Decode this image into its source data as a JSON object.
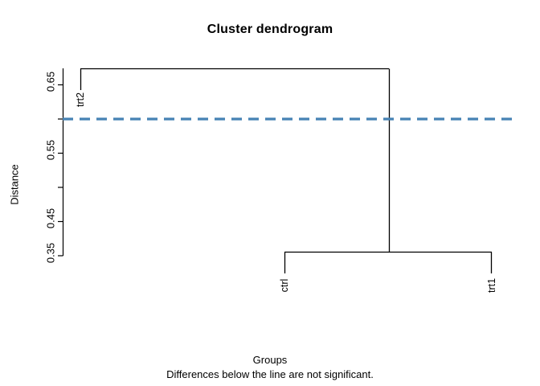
{
  "plot": {
    "title": "Cluster dendrogram",
    "xlabel": "Groups",
    "xsublabel": "Differences below the line are not significant.",
    "ylabel": "Distance"
  },
  "axis": {
    "tick_labels": [
      "0.65",
      "0.55",
      "0.45",
      "0.35"
    ],
    "tick_values": [
      0.65,
      0.55,
      0.45,
      0.35
    ],
    "minor_tick_values": [
      0.6,
      0.5,
      0.4
    ],
    "range": [
      0.345,
      0.68
    ]
  },
  "leaves": [
    {
      "label": "trt2"
    },
    {
      "label": "ctrl"
    },
    {
      "label": "trt1"
    }
  ],
  "colors": {
    "line": "#000000",
    "threshold": "#4682B4",
    "background": "#ffffff"
  },
  "chart_data": {
    "type": "line",
    "subtype": "dendrogram",
    "title": "Cluster dendrogram",
    "xlabel": "Groups",
    "xsublabel": "Differences below the line are not significant.",
    "ylabel": "Distance",
    "ylim": [
      0.345,
      0.68
    ],
    "grid": false,
    "legend": "none",
    "yticks": [
      0.65,
      0.55,
      0.45,
      0.35
    ],
    "ytick_labels": [
      "0.65",
      "0.55",
      "0.45",
      "0.35"
    ],
    "minor_yticks": [
      0.6,
      0.5,
      0.4
    ],
    "leaves": [
      "trt2",
      "ctrl",
      "trt1"
    ],
    "leaf_order": [
      "trt2",
      "ctrl",
      "trt1"
    ],
    "merges": [
      {
        "id": "m1",
        "children": [
          "ctrl",
          "trt1"
        ],
        "height": 0.364
      },
      {
        "id": "m2",
        "children": [
          "trt2",
          "m1"
        ],
        "height": 0.673
      }
    ],
    "threshold_line": {
      "value": 0.6,
      "style": "dashed",
      "color": "#4682B4",
      "width": 3
    },
    "annotations": [
      "Differences below the line are not significant."
    ]
  }
}
